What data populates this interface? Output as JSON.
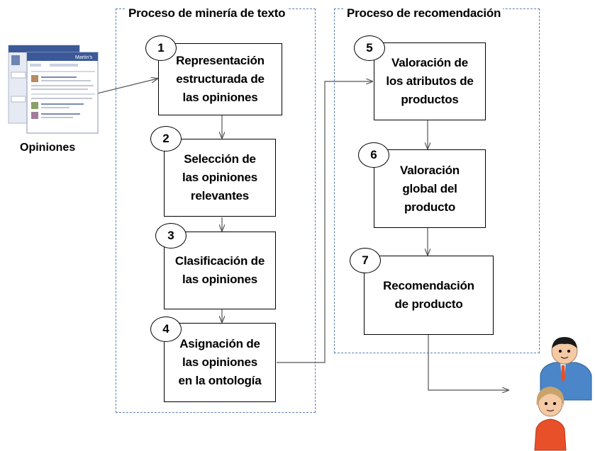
{
  "panels": {
    "mining_title": "Proceso de minería de texto",
    "recommendation_title": "Proceso de recomendación"
  },
  "input": {
    "label": "Opiniones",
    "thumb_title": "Martin's"
  },
  "steps": [
    {
      "num": "1",
      "text": "Representación\nestructurada de\nlas opiniones"
    },
    {
      "num": "2",
      "text": "Selección de\nlas opiniones\nrelevantes"
    },
    {
      "num": "3",
      "text": "Clasificación de\nlas opiniones"
    },
    {
      "num": "4",
      "text": "Asignación de\nlas opiniones\nen la ontología"
    },
    {
      "num": "5",
      "text": "Valoración de\nlos atributos de\nproductos"
    },
    {
      "num": "6",
      "text": "Valoración\nglobal del\nproducto"
    },
    {
      "num": "7",
      "text": "Recomendación\nde producto"
    }
  ],
  "colors": {
    "panel_border": "#5b7fb3",
    "man_shirt": "#4a86c8",
    "woman_dress": "#e8502a"
  },
  "icons": [
    "social-network-screenshot-icon",
    "man-avatar-icon",
    "woman-avatar-icon"
  ]
}
